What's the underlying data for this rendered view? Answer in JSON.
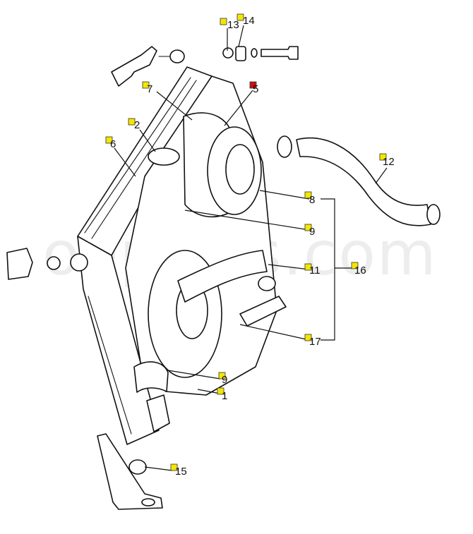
{
  "watermark": "oeparts.com",
  "colors": {
    "marker_yellow": "#f4e600",
    "marker_red": "#cc1111",
    "line": "#111111"
  },
  "callouts": [
    {
      "id": "c13",
      "label": "13",
      "marker": "yellow"
    },
    {
      "id": "c14",
      "label": "14",
      "marker": "yellow"
    },
    {
      "id": "c5",
      "label": "5",
      "marker": "red"
    },
    {
      "id": "c7",
      "label": "7",
      "marker": "yellow"
    },
    {
      "id": "c2",
      "label": "2",
      "marker": "yellow"
    },
    {
      "id": "c6",
      "label": "6",
      "marker": "yellow"
    },
    {
      "id": "c12",
      "label": "12",
      "marker": "yellow"
    },
    {
      "id": "c8",
      "label": "8",
      "marker": "yellow"
    },
    {
      "id": "c9a",
      "label": "9",
      "marker": "yellow"
    },
    {
      "id": "c11",
      "label": "11",
      "marker": "yellow"
    },
    {
      "id": "c16",
      "label": "16",
      "marker": "yellow"
    },
    {
      "id": "c17",
      "label": "17",
      "marker": "yellow"
    },
    {
      "id": "c9b",
      "label": "9",
      "marker": "yellow"
    },
    {
      "id": "c1",
      "label": "1",
      "marker": "yellow"
    },
    {
      "id": "c15",
      "label": "15",
      "marker": "yellow"
    }
  ]
}
